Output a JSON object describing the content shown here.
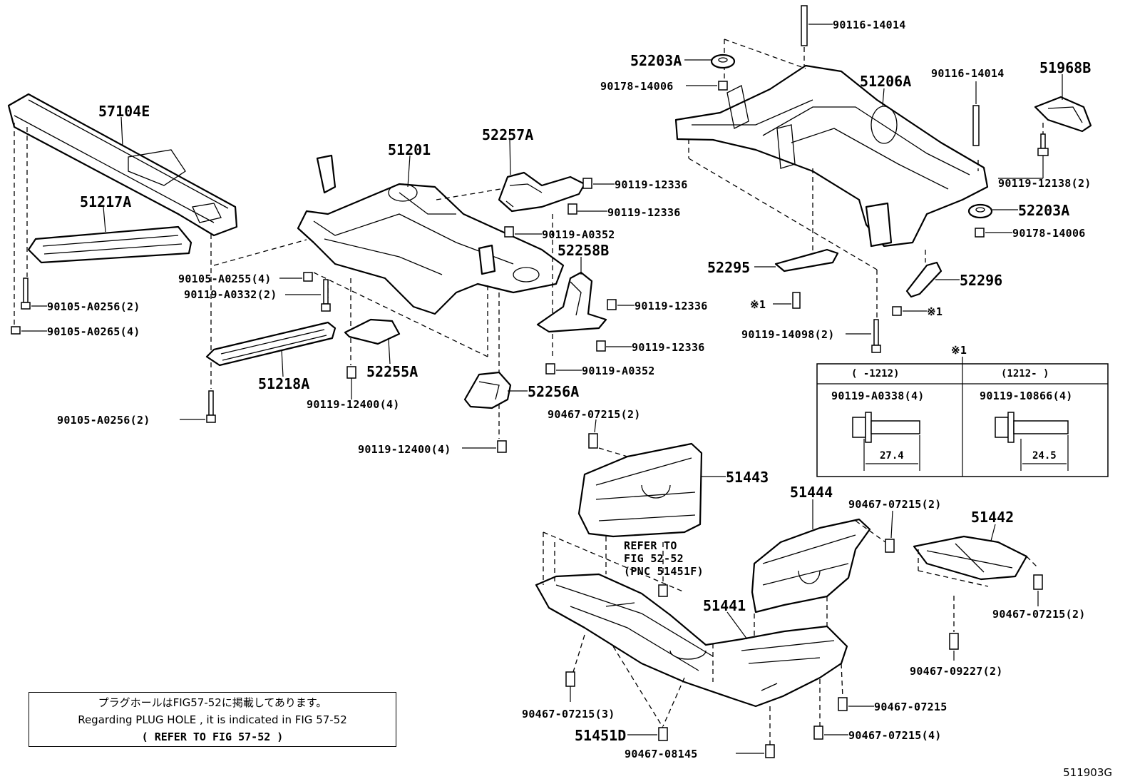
{
  "labels": {
    "57104E": "57104E",
    "51217A": "51217A",
    "51201": "51201",
    "52257A": "52257A",
    "52258B": "52258B",
    "51218A": "51218A",
    "52255A": "52255A",
    "52256A": "52256A",
    "52203A_top": "52203A",
    "51206A": "51206A",
    "51968B": "51968B",
    "52203A_right": "52203A",
    "52295": "52295",
    "52296": "52296",
    "51443": "51443",
    "51444": "51444",
    "51442": "51442",
    "51441": "51441",
    "51451D": "51451D",
    "b_90119_12336_a": "90119-12336",
    "b_90119_12336_b": "90119-12336",
    "b_90119_A0352_a": "90119-A0352",
    "b_90105_A0255": "90105-A0255(4)",
    "b_90119_A0332": "90119-A0332(2)",
    "b_90105_A0256_a": "90105-A0256(2)",
    "b_90105_A0265": "90105-A0265(4)",
    "b_90119_12336_c": "90119-12336",
    "b_90119_12336_d": "90119-12336",
    "b_90119_A0352_b": "90119-A0352",
    "b_90119_12400_a": "90119-12400(4)",
    "b_90105_A0256_b": "90105-A0256(2)",
    "b_90119_12400_b": "90119-12400(4)",
    "b_90467_07215_top": "90467-07215(2)",
    "b_90116_14014_top": "90116-14014",
    "b_90178_14006_top": "90178-14006",
    "b_90116_14014_right": "90116-14014",
    "b_90119_12138": "90119-12138(2)",
    "b_90178_14006_right": "90178-14006",
    "b_x1_left": "※1",
    "b_x1_right": "※1",
    "b_90119_14098": "90119-14098(2)",
    "b_90467_07215_mid": "90467-07215(2)",
    "b_90467_07215_right": "90467-07215(2)",
    "b_90467_09227": "90467-09227(2)",
    "b_90467_07215_single": "90467-07215",
    "b_90467_07215_3": "90467-07215(3)",
    "b_90467_07215_4": "90467-07215(4)",
    "b_90467_08145": "90467-08145",
    "refer_1": "REFER TO",
    "refer_2": "FIG 52-52",
    "refer_3": "(PNC 51451F)"
  },
  "note_table": {
    "marker": "※1",
    "col1_header": "(     -1212)",
    "col2_header": "(1212-     )",
    "col1_part": "90119-A0338(4)",
    "col2_part": "90119-10866(4)",
    "col1_dim": "27.4",
    "col2_dim": "24.5"
  },
  "plug_note": {
    "line1": "プラグホールはFIG57-52に掲載してあります。",
    "line2": "Regarding  PLUG HOLE , it is indicated  in  FIG 57-52",
    "line3": "( REFER TO FIG 57-52    )"
  },
  "figure_code": "511903G"
}
